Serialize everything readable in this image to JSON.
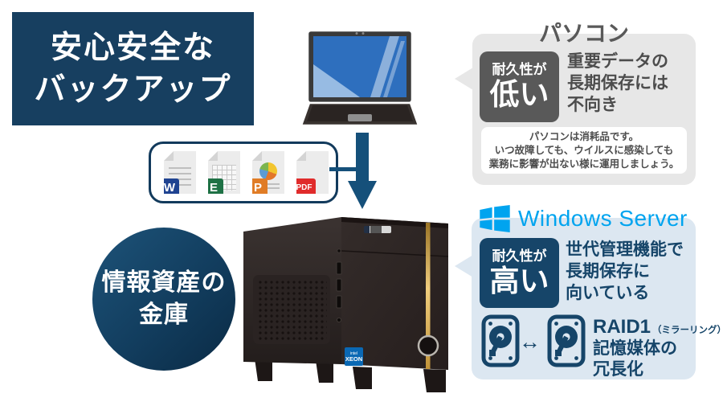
{
  "title": {
    "line1": "安心安全な",
    "line2": "バックアップ"
  },
  "vault_circle": {
    "line1": "情報資産の",
    "line2": "金庫"
  },
  "files_box": {
    "docs": [
      {
        "type": "word",
        "badge": "W"
      },
      {
        "type": "excel",
        "badge": "E"
      },
      {
        "type": "powerpoint",
        "badge": "P"
      },
      {
        "type": "pdf",
        "badge": "PDF"
      }
    ]
  },
  "pc_section": {
    "heading": "パソコン",
    "durability_badge": {
      "top": "耐久性が",
      "main": "低い"
    },
    "claim_lines": [
      "重要データの",
      "長期保存には",
      "不向き"
    ],
    "note_lines": [
      "パソコンは消耗品です。",
      "いつ故障しても、ウイルスに感染しても",
      "業務に影響が出ない様に運用しましょう。"
    ]
  },
  "server_section": {
    "logo_text": "Windows Server",
    "durability_badge": {
      "top": "耐久性が",
      "main": "高い"
    },
    "claim_lines": [
      "世代管理機能で",
      "長期保存に",
      "向いている"
    ],
    "raid": {
      "title": "RAID1",
      "subtitle": "（ミラーリング）",
      "line1": "記憶媒体の",
      "line2": "冗長化"
    },
    "arrow_glyph": "↔"
  },
  "server_illustration": {
    "cpu_badge_top": "intel",
    "cpu_badge_main": "XEON"
  },
  "colors": {
    "title_bg": "#173f60",
    "navy": "#164569",
    "navy_arrow": "#15507a",
    "windows_blue": "#00a4ef",
    "gray_panel": "#e7e7e7",
    "dark_gray_badge": "#595959",
    "text_gray": "#4d4d4d",
    "blue_panel": "#dce7f1",
    "gold_stripe": "#e3b44c",
    "word_blue": "#1f4391",
    "excel_green": "#1e7145",
    "ppt_orange": "#e07c26",
    "pdf_red": "#e02b2b"
  }
}
